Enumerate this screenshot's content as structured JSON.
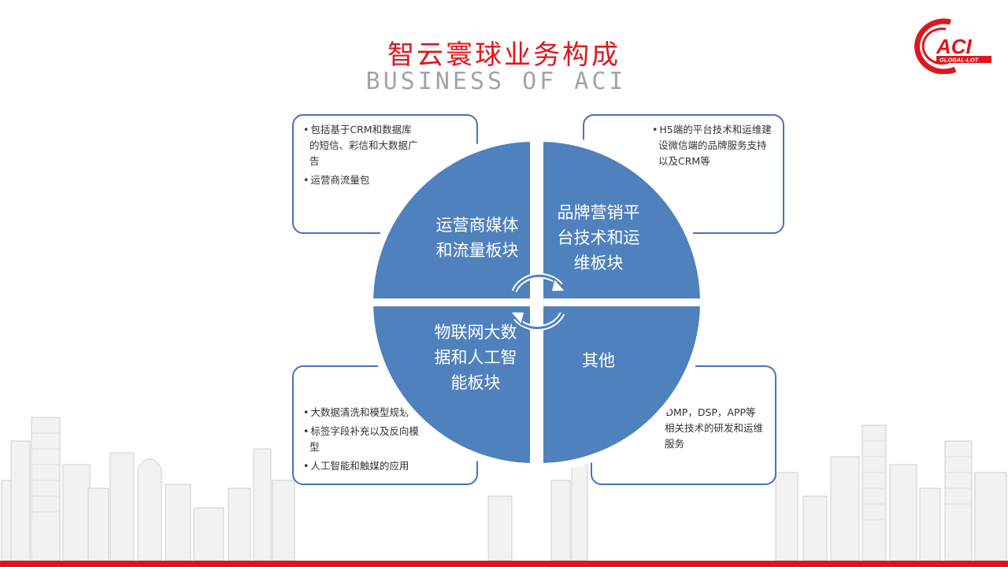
{
  "header": {
    "title": "智云寰球业务构成",
    "subtitle": "BUSINESS OF ACI"
  },
  "logo": {
    "text": "ACI",
    "tagline": "GLOBAL-LOT",
    "color": "#e0161c"
  },
  "quadrants": {
    "top_left": {
      "label": "运营商媒体和流量板块",
      "lines": [
        "运营商媒体",
        "和流量板块"
      ]
    },
    "top_right": {
      "label": "品牌营销平台技术和运维板块",
      "lines": [
        "品牌营销平",
        "台技术和运",
        "维板块"
      ]
    },
    "bottom_left": {
      "label": "物联网大数据和人工智能板块",
      "lines": [
        "物联网大数",
        "据和人工智",
        "能板块"
      ]
    },
    "bottom_right": {
      "label": "其他",
      "lines": [
        "其他"
      ]
    }
  },
  "boxes": {
    "top_left": {
      "items": [
        "包括基于CRM和数据库的短信、彩信和大数据广告",
        "运营商流量包"
      ]
    },
    "top_right": {
      "items": [
        "H5端的平台技术和运维建设微信端的品牌服务支持以及CRM等"
      ]
    },
    "bottom_left": {
      "items": [
        "大数据清洗和模型规划",
        "标签字段补充以及反向模型",
        "人工智能和触媒的应用"
      ]
    },
    "bottom_right": {
      "items": [
        "DMP，DSP，APP等相关技术的研发和运维服务"
      ]
    }
  },
  "colors": {
    "title_red": "#e0161c",
    "quadrant_blue": "#4f81bd",
    "box_border": "#4472c4",
    "subtitle_gray": "#a3a3a3"
  },
  "icons": {
    "center": "cycle-arrows-icon"
  }
}
